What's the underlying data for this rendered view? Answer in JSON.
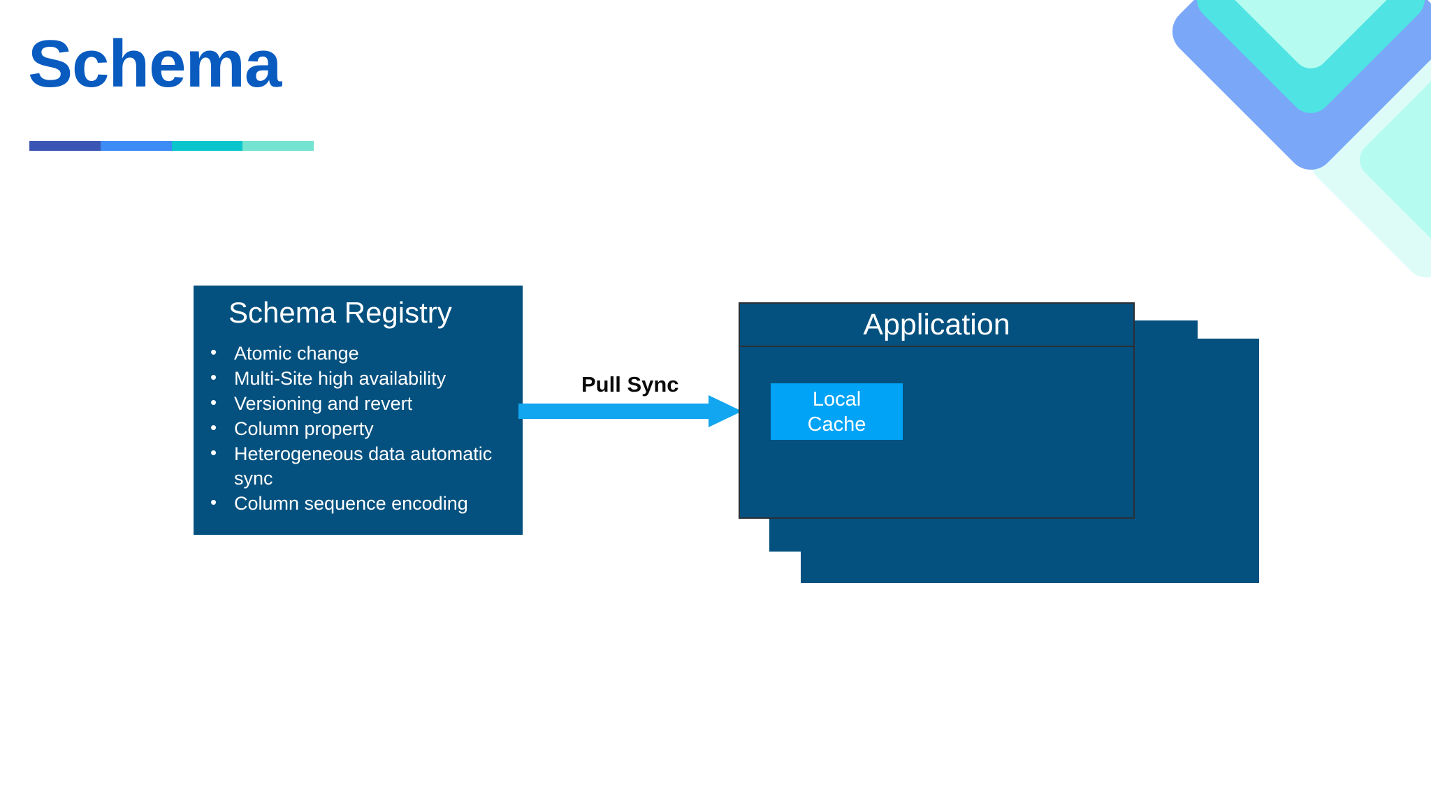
{
  "slide": {
    "title": "Schema",
    "title_color": "#0a5bc0",
    "background": "#ffffff"
  },
  "accent_bar": {
    "segments": [
      {
        "name": "indigo",
        "color": "#3b55b4"
      },
      {
        "name": "blue",
        "color": "#3d8bf5"
      },
      {
        "name": "teal",
        "color": "#0ac6cc"
      },
      {
        "name": "mint",
        "color": "#74e3d2"
      }
    ]
  },
  "decoration": {
    "name": "nested-chevron-corner-graphic",
    "colors": {
      "outer_blue": "#7aa7f7",
      "middle_cyan": "#4fe3e3",
      "inner_mint": "#b6fbf0",
      "pale_outer": "#ddfcf8",
      "pale_inner": "#b6fbf0"
    }
  },
  "diagram": {
    "box_color": "#04517f",
    "registry": {
      "title": "Schema Registry",
      "bullets": [
        "Atomic change",
        "Multi-Site high availability",
        "Versioning and revert",
        "Column property",
        "Heterogeneous data automatic sync",
        "Column sequence encoding"
      ]
    },
    "connector": {
      "label": "Pull Sync",
      "arrow_color": "#12a5f0",
      "direction": "right",
      "icon": "right-arrow-icon"
    },
    "application": {
      "title": "Application",
      "stack_count": 3,
      "local_cache": {
        "line1": "Local",
        "line2": "Cache",
        "color": "#00a3f5"
      }
    }
  }
}
